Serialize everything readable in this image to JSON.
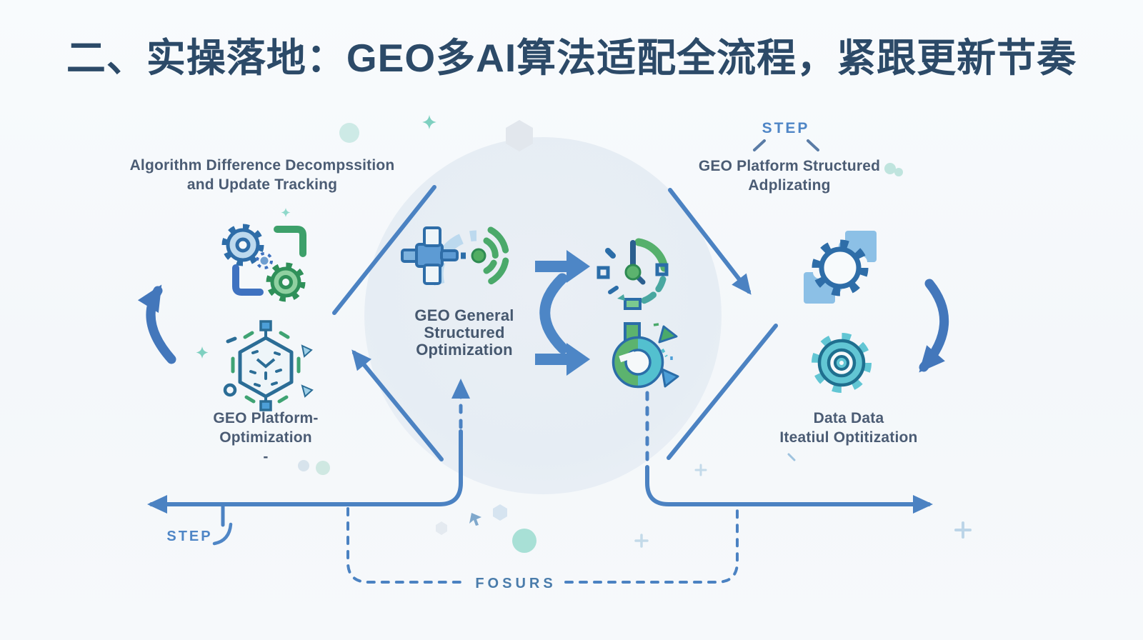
{
  "title": "二、实操落地：GEO多AI算法适配全流程，紧跟更新节奏",
  "colors": {
    "background": "#f5f8fa",
    "title_text": "#2c4a68",
    "label_text": "#4b5c74",
    "step_label": "#4f86c6",
    "focus_label": "#4a7cab",
    "arrow_blue": "#4b82c2",
    "icon_blue": "#5d9bd4",
    "icon_teal": "#53c0cf",
    "icon_green": "#52ad62"
  },
  "diagram": {
    "top_left_label": {
      "line1": "Algorithm Difference Decompssition",
      "line2": "and Update Tracking"
    },
    "top_right": {
      "step": "STEP",
      "line1": "GEO Platform Structured",
      "line2": "Adplizating"
    },
    "center_label": {
      "line1": "GEO General",
      "line2": "Structured",
      "line3": "Optimization"
    },
    "bottom_left_label": {
      "line1": "GEO Platform-",
      "line2": "Optimization",
      "line3": "-"
    },
    "bottom_right_label": {
      "line1": "Data Data",
      "line2": "Iteatiul Optitization"
    },
    "bottom_step": "STEP",
    "focus_label": "FOSURS",
    "icons": [
      "sync-gears-icon",
      "hexagon-network-icon",
      "radar-target-icon",
      "schedule-clock-icon",
      "flask-chart-icon",
      "puzzle-gear-icon",
      "gear-icon"
    ]
  }
}
